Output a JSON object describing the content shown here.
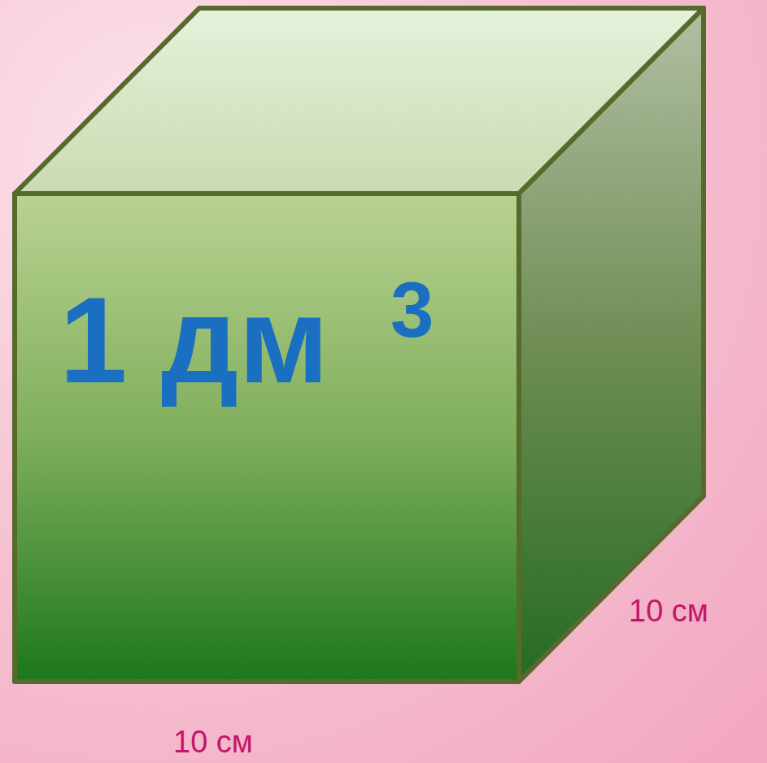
{
  "diagram": {
    "nodes": [
      {
        "text": [
          "1 дм",
          "3"
        ]
      }
    ],
    "labels": [
      "10 см",
      "10 см"
    ]
  }
}
